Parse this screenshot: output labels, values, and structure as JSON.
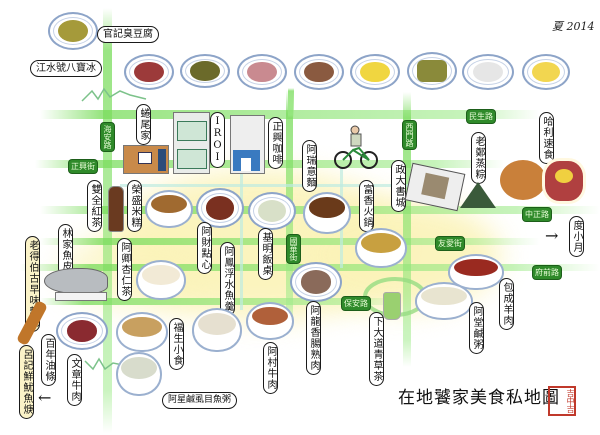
{
  "title": "在地饕家美食私地圖",
  "seal": "吉中吉",
  "signature": "夏 2014",
  "roads": {
    "haian": "海安路",
    "zhengxing": "正興街",
    "ximen": "西門路",
    "minsheng": "民生路",
    "zhongzheng": "中正路",
    "guohua": "國華街",
    "youai": "友愛街",
    "fuqian": "府前路",
    "baoan": "保安路"
  },
  "shops": {
    "guanji": "官記臭豆腐",
    "jiangshui": "江水號八寶冰",
    "quanweijia": "蜷尾家",
    "iroi": "IROI",
    "zhengxing_cafe": "正興咖啡",
    "arui": "阿瑞意麵",
    "zhengda": "政大書城",
    "laozheng": "老鄭蒸粽",
    "hali": "哈利速食",
    "duxiaoyue": "度小月",
    "shuangquan": "雙全紅茶",
    "rongsheng": "榮盛米糕",
    "fuxiang": "富香火鍋",
    "acai": "阿財點心",
    "afeng": "阿鳳浮水魚羹",
    "jiming": "基明飯桌",
    "aqing": "阿卿杏仁茶",
    "yupi": "林家魚皮",
    "laodebo": "老得伯古早味麵包",
    "along": "阿龍香腸熟肉",
    "baocheng": "包成羊肉",
    "atang": "阿堂鹹粥",
    "xiadadao": "下大道青草茶",
    "bainian": "百年油條",
    "lvji": "呂記鮮魷魚焿",
    "wenzhang": "文章牛肉",
    "fusheng": "福生小食",
    "acun": "阿村牛肉",
    "axing": "阿星鹹虱目魚粥"
  }
}
